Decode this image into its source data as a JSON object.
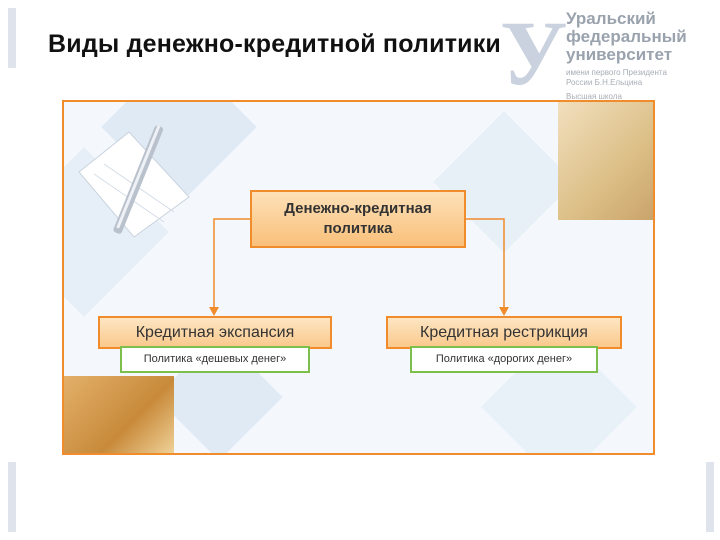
{
  "slide": {
    "title": "Виды денежно-кредитной политики"
  },
  "logo": {
    "letter": "У",
    "lines": [
      "Уральский",
      "федеральный",
      "университет"
    ],
    "subtitle_lines": [
      "имени первого Президента",
      "России Б.Н.Ельцина"
    ],
    "school": "Высшая школа"
  },
  "diagram": {
    "root": [
      "Денежно-кредитная",
      "политика"
    ],
    "left": {
      "label": "Кредитная экспансия",
      "sub": "Политика «дешевых денег»"
    },
    "right": {
      "label": "Кредитная рестрикция",
      "sub": "Политика «дорогих денег»"
    },
    "colors": {
      "orange": "#f08c2c",
      "green": "#7cbf4c"
    }
  }
}
